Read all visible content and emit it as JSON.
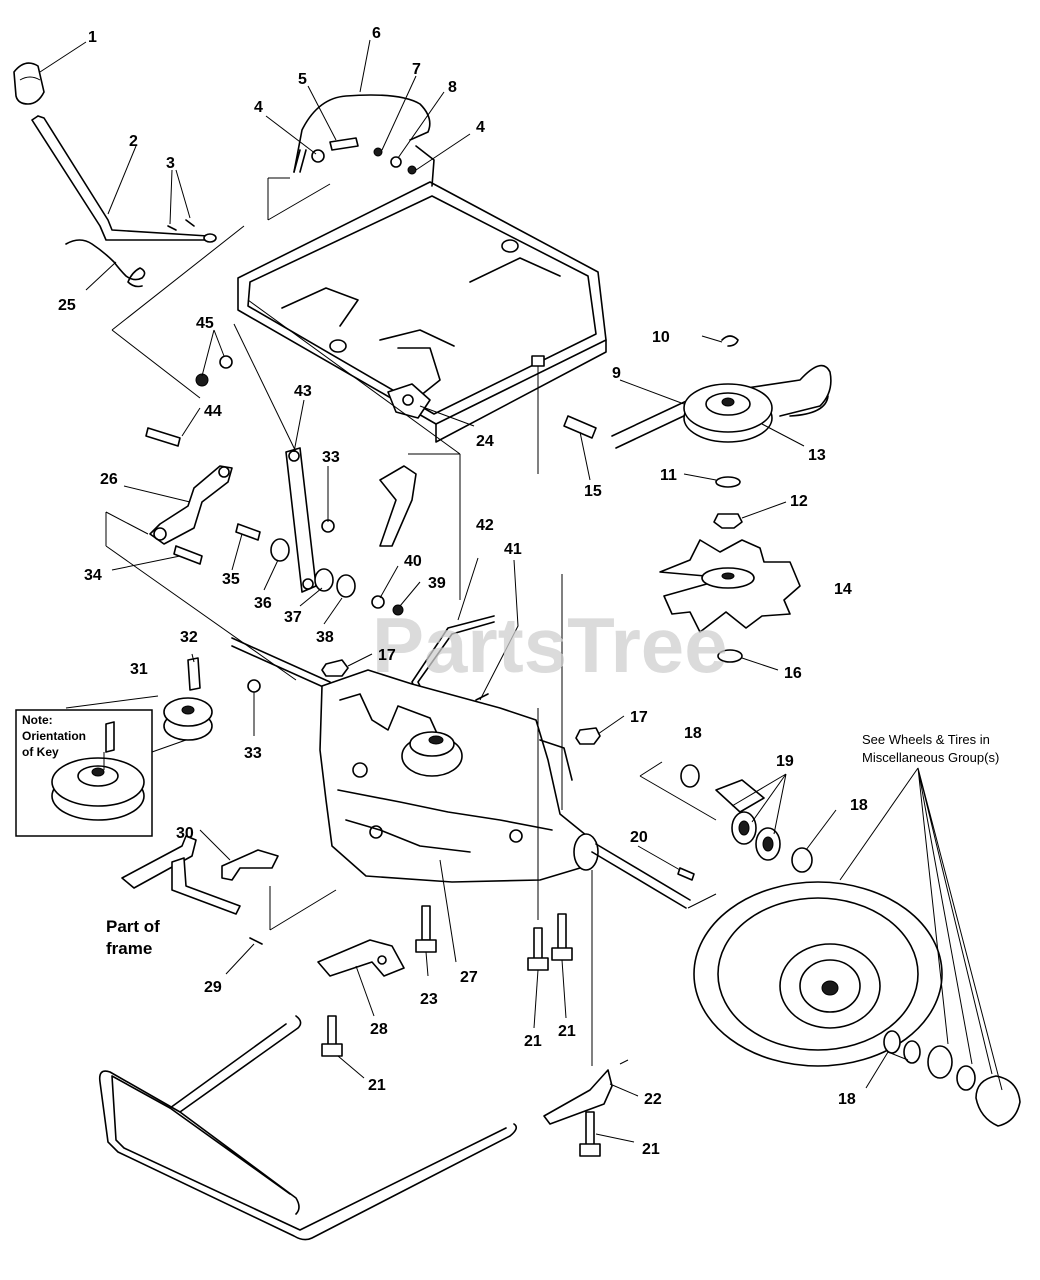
{
  "watermark": "PartsTree",
  "note": {
    "line1": "Note:",
    "line2": "Orientation",
    "line3": "of Key"
  },
  "frame_label": {
    "line1": "Part of",
    "line2": "frame"
  },
  "see_also": {
    "line1": "See Wheels & Tires in",
    "line2": "Miscellaneous Group(s)"
  },
  "callouts": [
    {
      "id": "c1",
      "text": "1"
    },
    {
      "id": "c2",
      "text": "2"
    },
    {
      "id": "c3",
      "text": "3"
    },
    {
      "id": "c4a",
      "text": "4"
    },
    {
      "id": "c4b",
      "text": "4"
    },
    {
      "id": "c5",
      "text": "5"
    },
    {
      "id": "c6",
      "text": "6"
    },
    {
      "id": "c7",
      "text": "7"
    },
    {
      "id": "c8",
      "text": "8"
    },
    {
      "id": "c9",
      "text": "9"
    },
    {
      "id": "c10",
      "text": "10"
    },
    {
      "id": "c11",
      "text": "11"
    },
    {
      "id": "c12",
      "text": "12"
    },
    {
      "id": "c13",
      "text": "13"
    },
    {
      "id": "c14",
      "text": "14"
    },
    {
      "id": "c15",
      "text": "15"
    },
    {
      "id": "c16",
      "text": "16"
    },
    {
      "id": "c17a",
      "text": "17"
    },
    {
      "id": "c17b",
      "text": "17"
    },
    {
      "id": "c18a",
      "text": "18"
    },
    {
      "id": "c18b",
      "text": "18"
    },
    {
      "id": "c18c",
      "text": "18"
    },
    {
      "id": "c19",
      "text": "19"
    },
    {
      "id": "c20",
      "text": "20"
    },
    {
      "id": "c21a",
      "text": "21"
    },
    {
      "id": "c21b",
      "text": "21"
    },
    {
      "id": "c21c",
      "text": "21"
    },
    {
      "id": "c21d",
      "text": "21"
    },
    {
      "id": "c22",
      "text": "22"
    },
    {
      "id": "c23",
      "text": "23"
    },
    {
      "id": "c24",
      "text": "24"
    },
    {
      "id": "c25",
      "text": "25"
    },
    {
      "id": "c26",
      "text": "26"
    },
    {
      "id": "c27",
      "text": "27"
    },
    {
      "id": "c28",
      "text": "28"
    },
    {
      "id": "c29",
      "text": "29"
    },
    {
      "id": "c30",
      "text": "30"
    },
    {
      "id": "c31",
      "text": "31"
    },
    {
      "id": "c32",
      "text": "32"
    },
    {
      "id": "c33a",
      "text": "33"
    },
    {
      "id": "c33b",
      "text": "33"
    },
    {
      "id": "c34",
      "text": "34"
    },
    {
      "id": "c35",
      "text": "35"
    },
    {
      "id": "c36",
      "text": "36"
    },
    {
      "id": "c37",
      "text": "37"
    },
    {
      "id": "c38",
      "text": "38"
    },
    {
      "id": "c39",
      "text": "39"
    },
    {
      "id": "c40",
      "text": "40"
    },
    {
      "id": "c41",
      "text": "41"
    },
    {
      "id": "c42",
      "text": "42"
    },
    {
      "id": "c43",
      "text": "43"
    },
    {
      "id": "c44",
      "text": "44"
    },
    {
      "id": "c45",
      "text": "45"
    }
  ]
}
